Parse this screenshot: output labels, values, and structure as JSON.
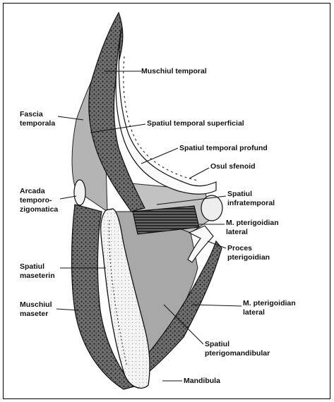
{
  "labels": {
    "muschiul_temporal": "Muschiul temporal",
    "fascia_temporala": "Fascia\ntemporala",
    "spatiul_temporal_superficial": "Spatiul temporal superficial",
    "spatiul_temporal_profund": "Spatiul temporal profund",
    "osul_sfenoid": "Osul sfenoid",
    "arcada_temporo_zigomatica": "Arcada\ntemporo-\nzigomatica",
    "spatiul_infratemporal": "Spatiul\ninfratemporal",
    "m_pterigoidian_lateral_top": "M. pterigoidian\nlateral",
    "proces_pterigoidian": "Proces\npterigoidian",
    "spatiul_maseterin": "Spatiul\nmaseterin",
    "muschiul_maseter": "Muschiul\nmaseter",
    "m_pterigoidian_lateral_bottom": "M. pterigoidian\nlateral",
    "spatiul_pterigomandibular": "Spatiul\npterigomandibular",
    "mandibula": "Mandibula"
  }
}
